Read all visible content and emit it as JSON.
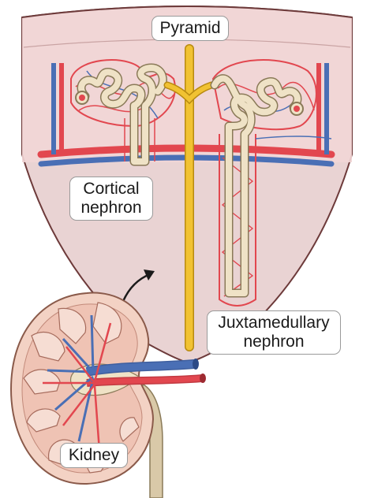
{
  "labels": {
    "pyramid": "Pyramid",
    "cortical_line1": "Cortical",
    "cortical_line2": "nephron",
    "juxta_line1": "Juxtamedullary",
    "juxta_line2": "nephron",
    "kidney": "Kidney"
  },
  "colors": {
    "cortex_fill": "#f2d6d6",
    "medulla_fill": "#e9d3d3",
    "outline": "#6d3a3a",
    "artery": "#e2474f",
    "vein": "#4a6fb5",
    "tubule_fill": "#efe2c6",
    "tubule_stroke": "#8a7a58",
    "collecting_duct": "#f1c232",
    "kidney_fill": "#f3d2c4",
    "ureter": "#d9c9a8"
  }
}
